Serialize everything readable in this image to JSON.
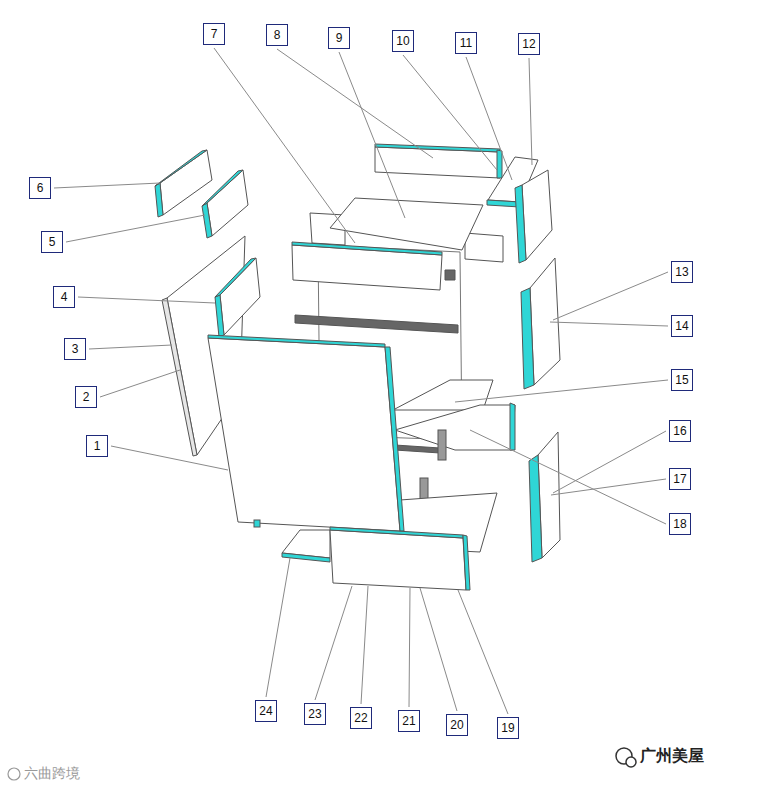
{
  "diagram": {
    "labels": [
      "1",
      "2",
      "3",
      "4",
      "5",
      "6",
      "7",
      "8",
      "9",
      "10",
      "11",
      "12",
      "13",
      "14",
      "15",
      "16",
      "17",
      "18",
      "19",
      "20",
      "21",
      "22",
      "23",
      "24",
      "广州美屋",
      "六曲跨境"
    ]
  }
}
